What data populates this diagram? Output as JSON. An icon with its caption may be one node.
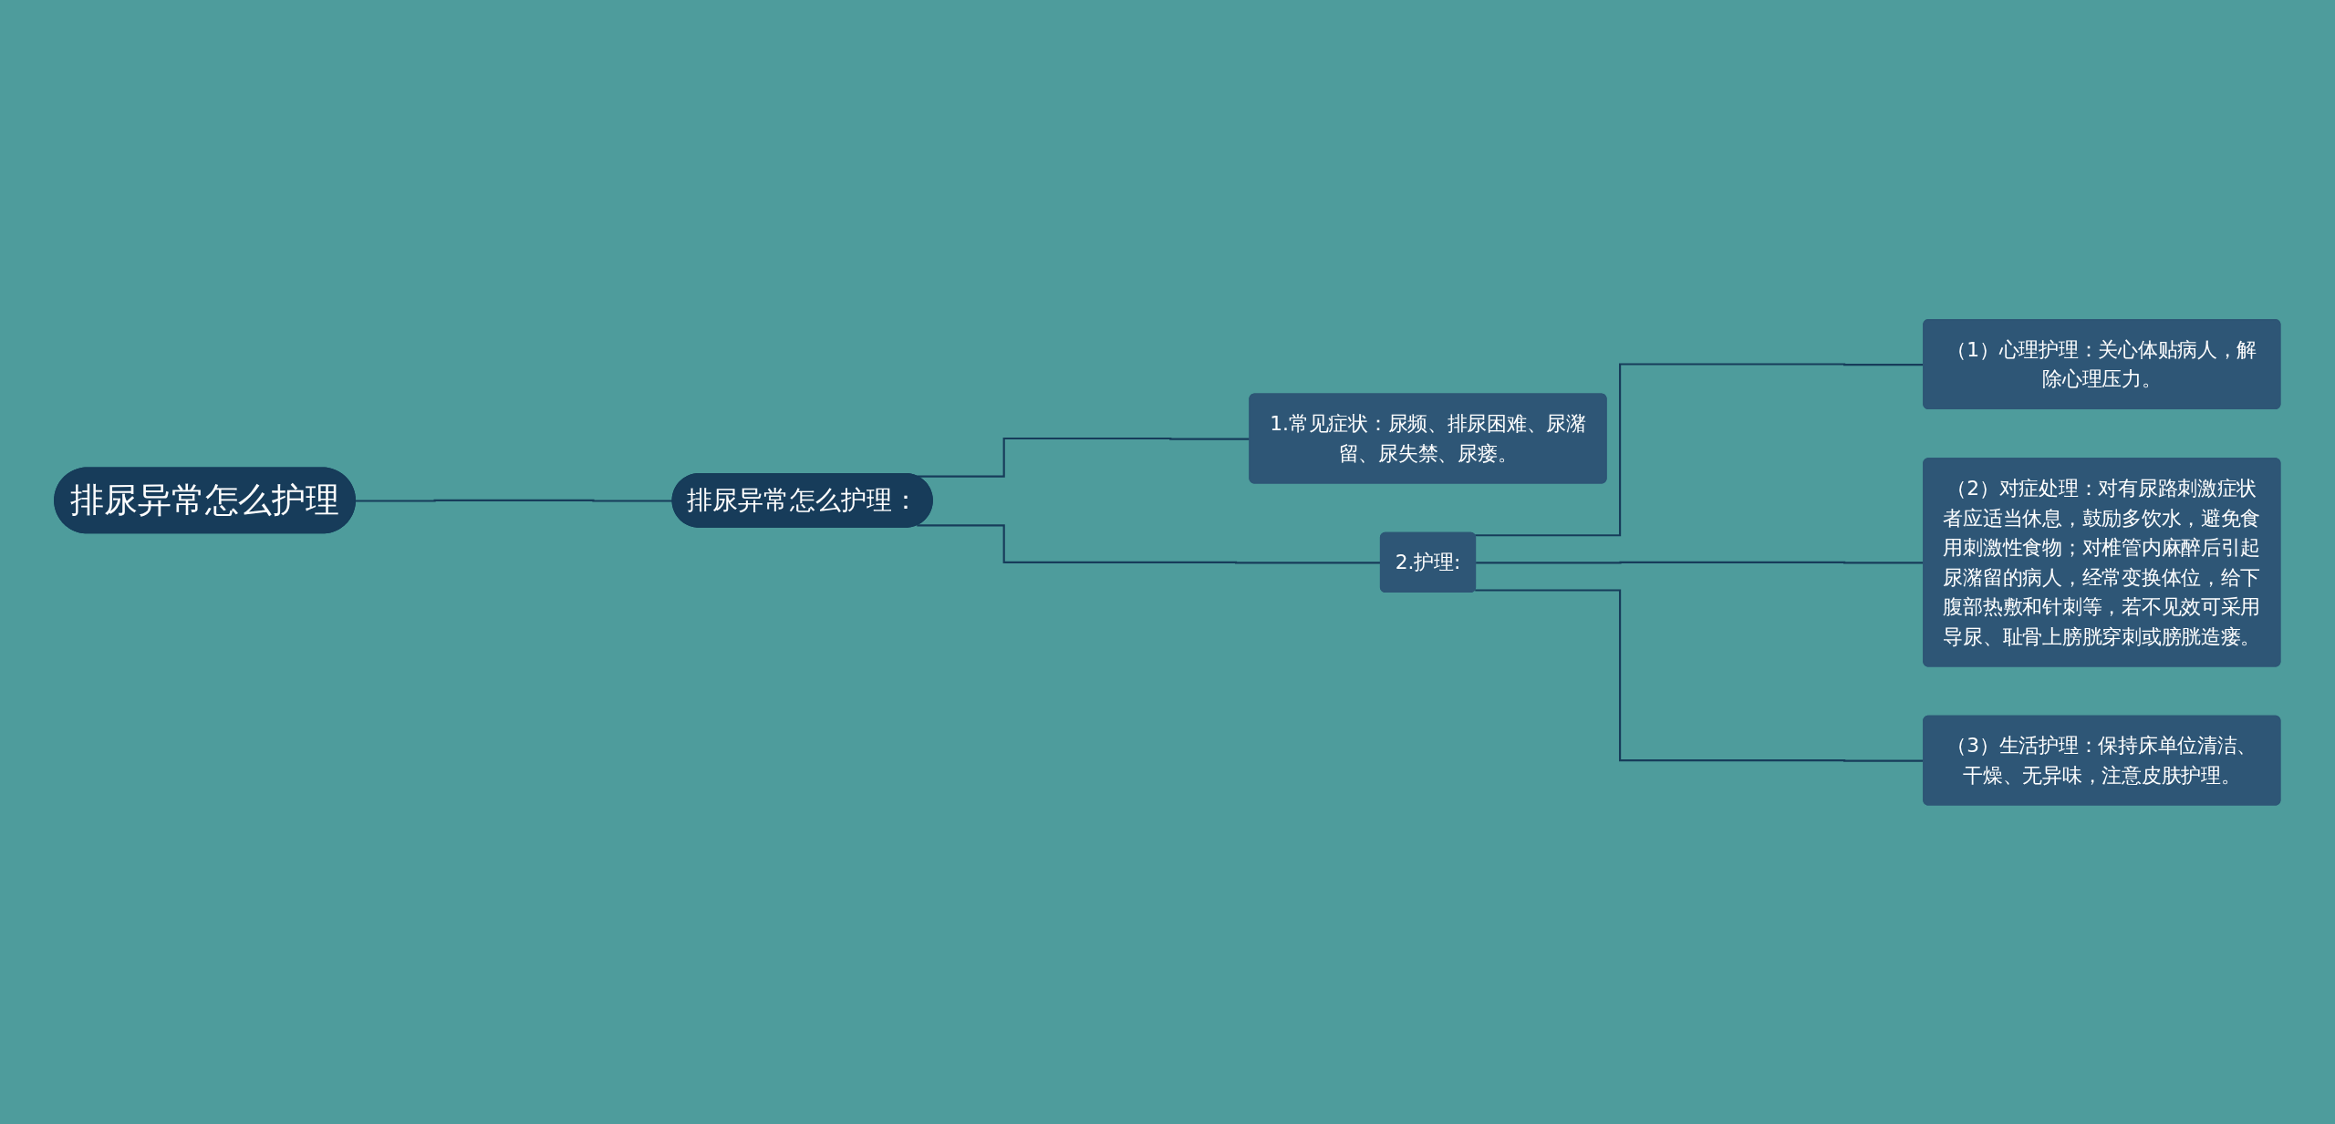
{
  "diagram": {
    "nodes": [
      {
        "text": [
          "排尿异常怎么护理"
        ]
      },
      {
        "text": [
          "排尿异常怎么护理："
        ]
      },
      {
        "text": [
          "1.常见症状：尿频、排尿困难、尿潴留、尿失禁、尿瘘。"
        ]
      },
      {
        "text": [
          "2.护理:"
        ]
      },
      {
        "text": [
          "（1）心理护理：关心体贴病人，解除心理压力。"
        ]
      },
      {
        "text": [
          "（2）对症处理：对有尿路刺激症状者应适当休息，鼓励多饮水，避免食用刺激性食物；对椎管内麻醉后引起尿潴留的病人，经常变换体位，给下腹部热敷和针刺等，若不见效可采用导尿、耻骨上膀胱穿刺或膀胱造瘘。"
        ]
      },
      {
        "text": [
          "（3）生活护理：保持床单位清洁、干燥、无异味，注意皮肤护理。"
        ]
      }
    ],
    "edges": [
      {
        "from": 0,
        "to": 1,
        "arrow": "none"
      },
      {
        "from": 1,
        "to": 2,
        "arrow": "none"
      },
      {
        "from": 1,
        "to": 3,
        "arrow": "none"
      },
      {
        "from": 3,
        "to": 4,
        "arrow": "none"
      },
      {
        "from": 3,
        "to": 5,
        "arrow": "none"
      },
      {
        "from": 3,
        "to": 6,
        "arrow": "none"
      }
    ]
  }
}
